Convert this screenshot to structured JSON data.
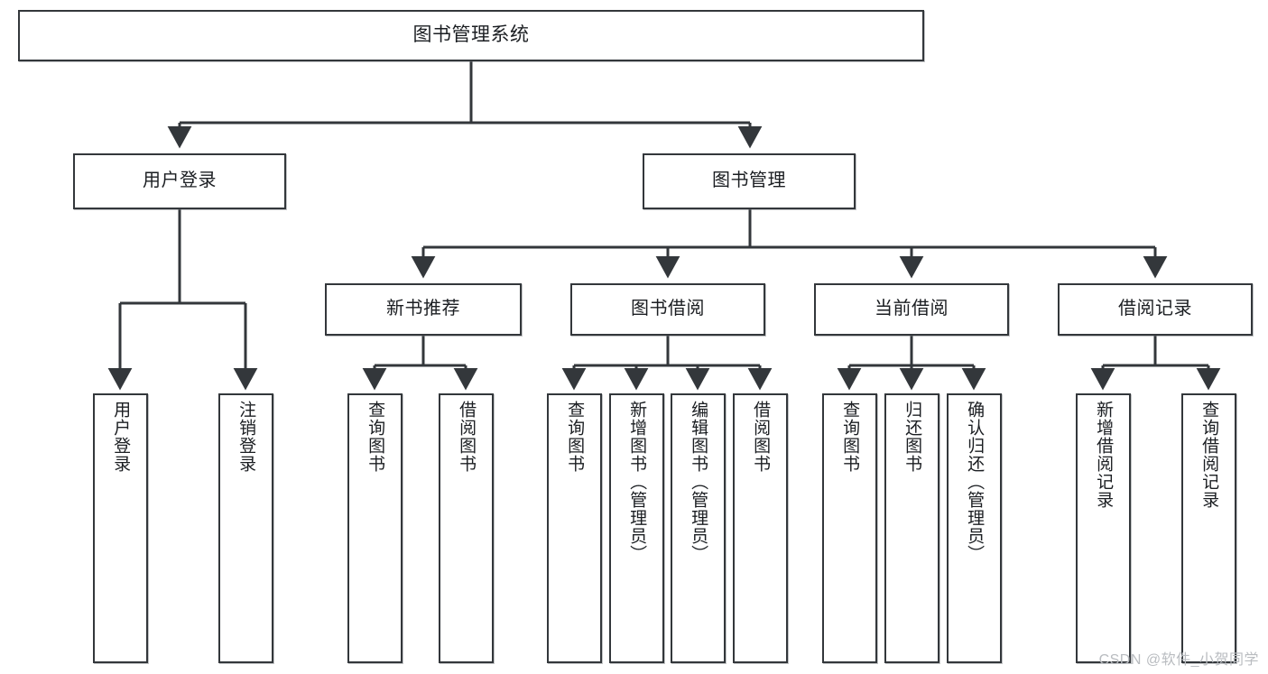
{
  "diagram": {
    "title": "图书管理系统",
    "type": "tree-hierarchy",
    "theme": {
      "border_color": "#33373b",
      "node_fill": "#ffffff",
      "text_color": "#1b1e22",
      "edge_color": "#33373b",
      "background": "#ffffff",
      "watermark_color": "#b9bcc0"
    },
    "root": {
      "label": "图书管理系统"
    },
    "level2": [
      {
        "label": "用户登录"
      },
      {
        "label": "图书管理"
      }
    ],
    "level3": [
      {
        "label": "新书推荐"
      },
      {
        "label": "图书借阅"
      },
      {
        "label": "当前借阅"
      },
      {
        "label": "借阅记录"
      }
    ],
    "leaves": {
      "user_login": [
        {
          "label": "用户登录"
        },
        {
          "label": "注销登录"
        }
      ],
      "new_book_recommend": [
        {
          "label": "查询图书"
        },
        {
          "label": "借阅图书"
        }
      ],
      "book_borrow": [
        {
          "label": "查询图书"
        },
        {
          "label": "新增图书（管理员）"
        },
        {
          "label": "编辑图书（管理员）"
        },
        {
          "label": "借阅图书"
        }
      ],
      "current_borrow": [
        {
          "label": "查询图书"
        },
        {
          "label": "归还图书"
        },
        {
          "label": "确认归还（管理员）"
        }
      ],
      "borrow_record": [
        {
          "label": "新增借阅记录"
        },
        {
          "label": "查询借阅记录"
        }
      ]
    }
  },
  "watermark": {
    "text": "CSDN @软件_小贺同学"
  }
}
